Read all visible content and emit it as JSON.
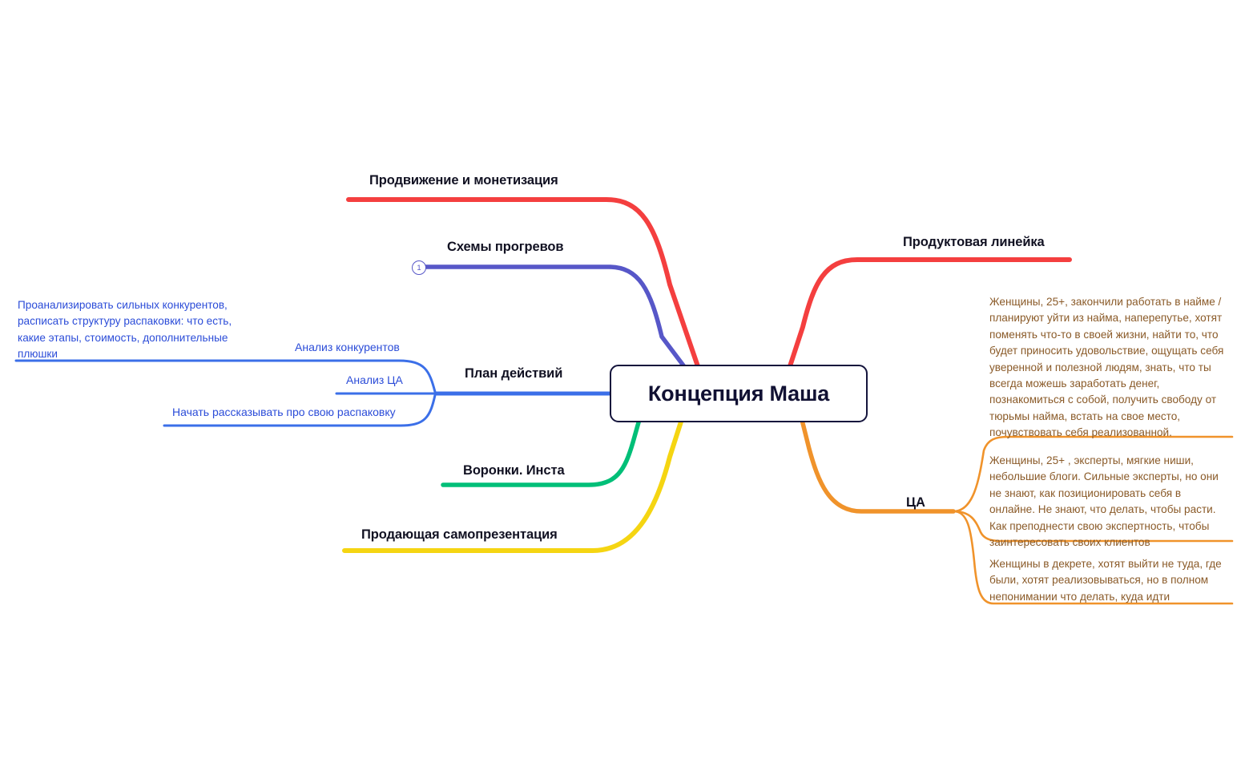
{
  "mindmap": {
    "central_node": {
      "label": "Концепция Маша"
    },
    "colors": {
      "red": "#F43F3F",
      "purple": "#5757C8",
      "blue": "#3B6FE8",
      "green": "#00BF78",
      "yellow": "#F5D512",
      "orange": "#F0932B",
      "node_border": "#14143C",
      "right_text": "#8A5A28",
      "left_text": "#2B4CD8"
    },
    "left_branches": [
      {
        "id": "promotion",
        "label": "Продвижение и монетизация",
        "color": "#F43F3F",
        "badge": null,
        "children": []
      },
      {
        "id": "warmup",
        "label": "Схемы прогревов",
        "color": "#5757C8",
        "badge": "1",
        "children": []
      },
      {
        "id": "action-plan",
        "label": "План действий",
        "color": "#3B6FE8",
        "badge": null,
        "children": [
          {
            "id": "competitors",
            "label": "Анализ конкурентов",
            "note": "Проанализировать сильных конкурентов, расписать структуру распаковки: что есть, какие этапы, стоимость, дополнительные плюшки"
          },
          {
            "id": "audience-analysis",
            "label": "Анализ ЦА",
            "note": ""
          },
          {
            "id": "unpacking",
            "label": "Начать рассказывать про свою распаковку",
            "note": ""
          }
        ]
      },
      {
        "id": "funnels",
        "label": "Воронки. Инста",
        "color": "#00BF78",
        "badge": null,
        "children": []
      },
      {
        "id": "selling-presentation",
        "label": "Продающая самопрезентация",
        "color": "#F5D512",
        "badge": null,
        "children": []
      }
    ],
    "right_branches": [
      {
        "id": "product-line",
        "label": "Продуктовая линейка",
        "color": "#F43F3F",
        "children": []
      },
      {
        "id": "target-audience",
        "label": "ЦА",
        "color": "#F0932B",
        "children": [
          {
            "id": "ta-segment-1",
            "text": "Женщины, 25+, закончили работать в найме / планируют уйти из найма, наперепутье, хотят поменять что-то в своей жизни, найти то, что будет приносить удовольствие, ощущать себя уверенной и полезной людям, знать, что ты всегда можешь заработать денег, познакомиться с собой, получить свободу от тюрьмы найма, встать на свое место, почувствовать себя реализованной."
          },
          {
            "id": "ta-segment-2",
            "text": "Женщины, 25+ , эксперты, мягкие ниши, небольшие блоги. Сильные эксперты, но они не знают, как позиционировать себя в онлайне. Не знают, что делать, чтобы расти. Как преподнести свою экспертность, чтобы заинтересовать своих клиентов"
          },
          {
            "id": "ta-segment-3",
            "text": "Женщины в декрете, хотят выйти не туда, где были, хотят реализовываться, но в полном непонимании что делать, куда идти"
          }
        ]
      }
    ]
  }
}
